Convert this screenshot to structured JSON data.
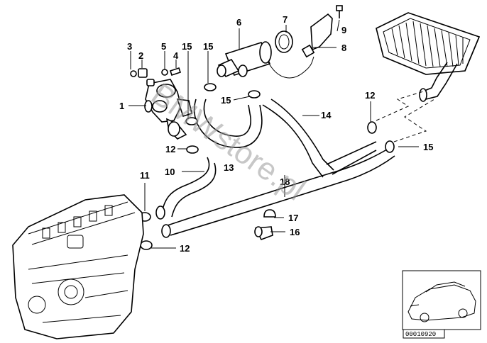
{
  "callouts": {
    "c1": "1",
    "c2": "2",
    "c3": "3",
    "c4": "4",
    "c5": "5",
    "c6": "6",
    "c7": "7",
    "c8": "8",
    "c9": "9",
    "c10": "10",
    "c11": "11",
    "c12a": "12",
    "c12b": "12",
    "c12c": "12",
    "c13": "13",
    "c14": "14",
    "c15a": "15",
    "c15b": "15",
    "c15c": "15",
    "c15d": "15",
    "c16": "16",
    "c17": "17",
    "c18": "18"
  },
  "watermark": "BMWstore.pl",
  "thumbnail": {
    "code": "00010920"
  }
}
